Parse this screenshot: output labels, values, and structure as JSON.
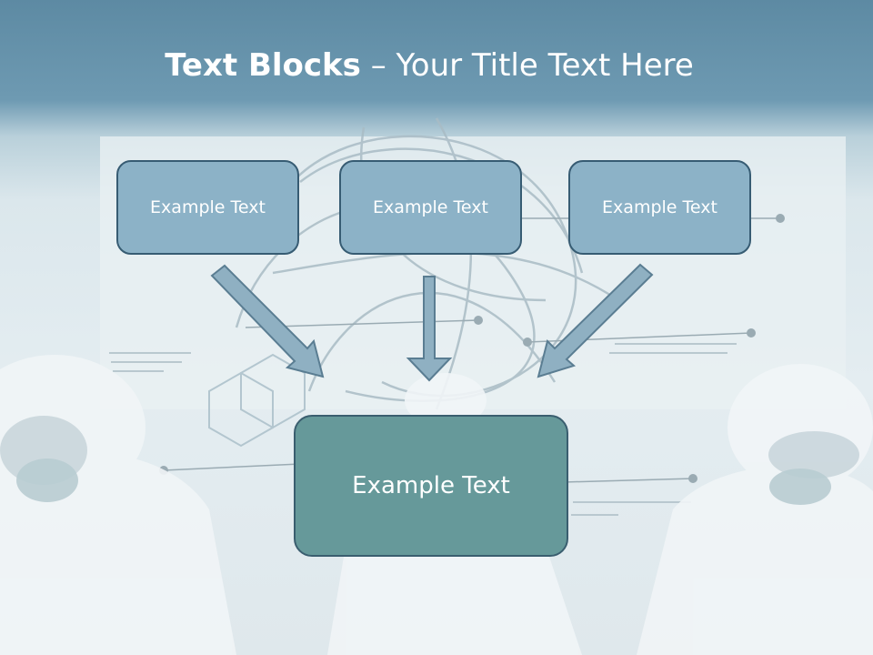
{
  "slide": {
    "title_bold": "Text Blocks",
    "title_dash": " – ",
    "title_rest": "Your Title Text Here"
  },
  "blocks": [
    {
      "text": "Example Text"
    },
    {
      "text": "Example Text"
    },
    {
      "text": "Example Text"
    }
  ],
  "target_block": {
    "text": "Example Text"
  },
  "colors": {
    "header": "#5d8aa3",
    "block_fill": "#8cb2c7",
    "block_border": "#375c73",
    "target_fill": "#66999a",
    "arrow_fill": "#8fb0c2",
    "arrow_stroke": "#5a7d92"
  }
}
